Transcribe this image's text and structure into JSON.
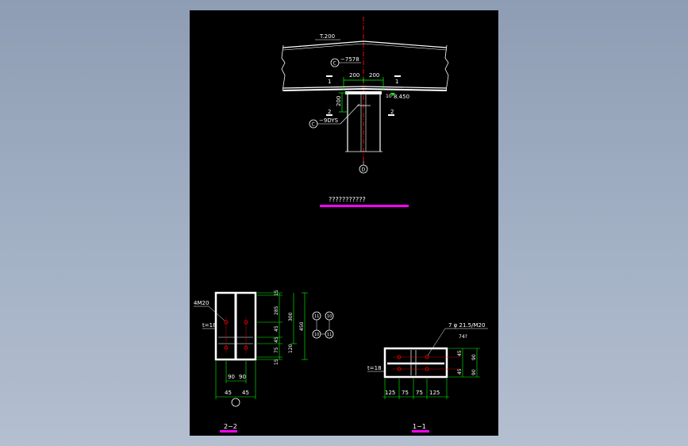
{
  "drawing": {
    "colors": {
      "sheet": "#000000",
      "line": "#ffffff",
      "dimension": "#00ff00",
      "center_line": "#ff0000",
      "title_underline": "#ff00ff",
      "background": "#9aa8bd"
    },
    "elevation": {
      "top_label": "T.200",
      "marker_c_top": "C",
      "callout_top": "−7578",
      "dim_left": "200",
      "dim_right": "200",
      "dim_vertical": "200",
      "level_text": "8.450",
      "level_mark": "10",
      "section_mark_1": "1",
      "section_mark_2": "2",
      "marker_c_bottom": "C",
      "callout_bottom": "−9DYS",
      "axis_label": "D",
      "title": "???????????"
    },
    "section_2_2": {
      "bolt_label": "4M20",
      "plate_label": "t=18",
      "dims_right": [
        "15",
        "285",
        "45",
        "45",
        "75",
        "15"
      ],
      "dims_overall": [
        "300",
        "120",
        "450"
      ],
      "dims_bottom_inner": [
        "90",
        "90"
      ],
      "dims_bottom_outer": [
        "45",
        "45"
      ],
      "circles": [
        "11",
        "10",
        "10",
        "11"
      ],
      "title": "2−2"
    },
    "section_1_1": {
      "bolt_callout": "7 φ  21.5/M20",
      "callout_sub": "74?",
      "plate_label": "t=18",
      "dims_right": [
        "45",
        "90",
        "45",
        "90"
      ],
      "dims_bottom": [
        "125",
        "75",
        "75",
        "125"
      ],
      "title": "1−1"
    }
  }
}
